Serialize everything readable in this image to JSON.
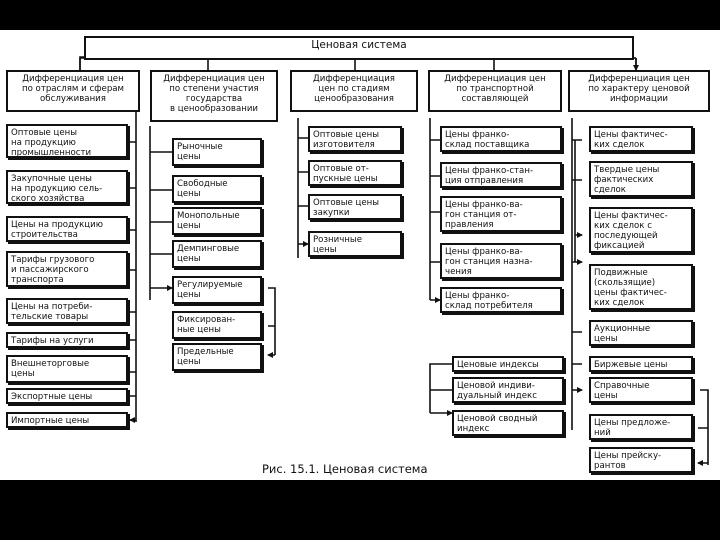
{
  "title": "Ценовая система",
  "caption": "Рис. 15.1. Ценовая система",
  "categories": {
    "industry": "Дифференциация цен\nпо отраслям и сферам\nобслуживания",
    "participation": "Дифференциация цен\nпо степени участия\nгосударства\nв ценообразовании",
    "stages": "Дифференциация\nцен по стадиям\nценообразования",
    "transport": "Дифференциация цен\nпо транспортной\nсоставляющей",
    "information": "Дифференциация цен\nпо характеру ценовой\nинформации"
  },
  "industry_items": [
    "Оптовые цены\nна продукцию\nпромышленности",
    "Закупочные цены\nна продукцию сель-\nского хозяйства",
    "Цены на продукцию\nстроительства",
    "Тарифы грузового\nи пассажирского\nтранспорта",
    "Цены на потреби-\nтельские товары",
    "Тарифы на услуги",
    "Внешнеторговые\nцены",
    "Экспортные цены",
    "Импортные цены"
  ],
  "participation_items": [
    "Рыночные\nцены",
    "Свободные\nцены",
    "Монопольные\nцены",
    "Демпинговые\nцены",
    "Регулируемые\nцены",
    "Фиксирован-\nные цены",
    "Предельные\nцены"
  ],
  "stages_items": [
    "Оптовые цены\nизготовителя",
    "Оптовые от-\nпускные цены",
    "Оптовые цены\nзакупки",
    "Розничные\nцены"
  ],
  "transport_items": [
    "Цены франко-\nсклад поставщика",
    "Цены франко-стан-\nция отправления",
    "Цены франко-ва-\nгон станция от-\nправления",
    "Цены франко-ва-\nгон станция назна-\nчения",
    "Цены франко-\nсклад потребителя"
  ],
  "indices": {
    "main": "Ценовые индексы",
    "individual": "Ценовой индиви-\nдуальный индекс",
    "composite": "Ценовой сводный\nиндекс"
  },
  "information_items": [
    "Цены фактичес-\nких сделок",
    "Твердые цены\nфактических\nсделок",
    "Цены фактичес-\nких сделок с\nпоследующей\nфиксацией",
    "Подвижные\n(скользящие)\nцены фактичес-\nких сделок",
    "Аукционные\nцены",
    "Биржевые цены",
    "Справочные\nцены",
    "Цены предложе-\nний",
    "Цены прейску-\nрантов"
  ]
}
